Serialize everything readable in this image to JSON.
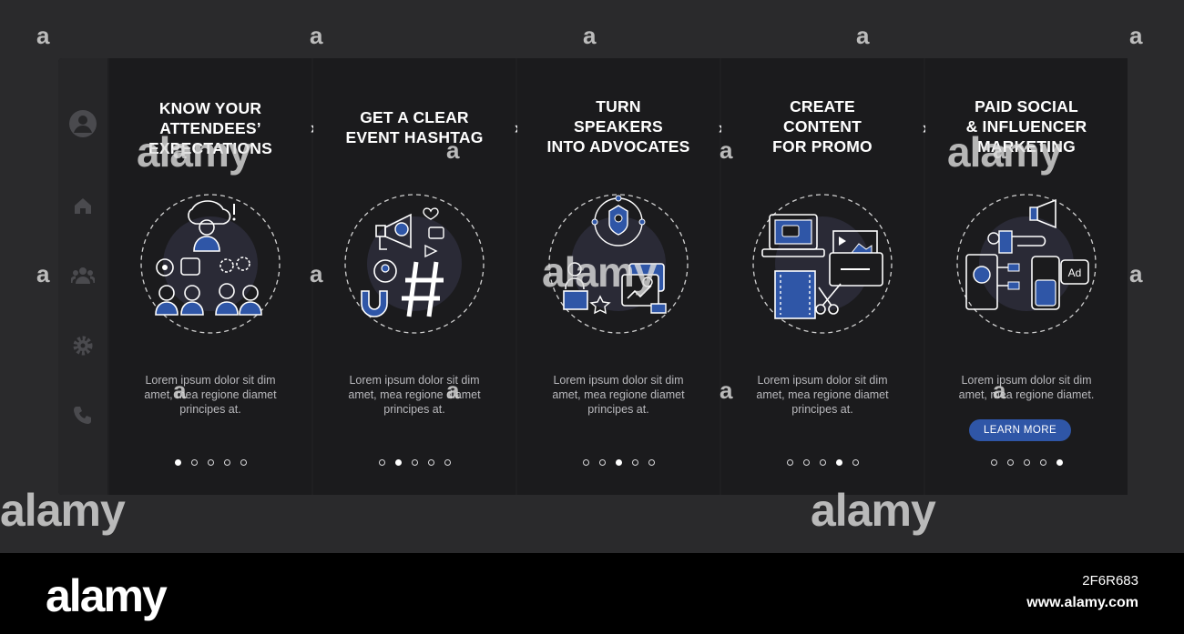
{
  "sidebar": {
    "icons": [
      "user-icon",
      "home-icon",
      "group-icon",
      "gear-icon",
      "phone-icon"
    ]
  },
  "cards": [
    {
      "title_lines": [
        "KNOW YOUR",
        "ATTENDEES’",
        "EXPECTATIONS"
      ],
      "text_lines": [
        "Lorem ipsum dolor sit dim",
        "amet, mea regione diamet",
        "principes at."
      ],
      "active_dot": 0
    },
    {
      "title_lines": [
        "GET A CLEAR",
        "EVENT HASHTAG"
      ],
      "text_lines": [
        "Lorem ipsum dolor sit dim",
        "amet, mea regione diamet",
        "principes at."
      ],
      "active_dot": 1
    },
    {
      "title_lines": [
        "TURN",
        "SPEAKERS",
        "INTO ADVOCATES"
      ],
      "text_lines": [
        "Lorem ipsum dolor sit dim",
        "amet, mea regione diamet",
        "principes at."
      ],
      "active_dot": 2
    },
    {
      "title_lines": [
        "CREATE",
        "CONTENT",
        "FOR PROMO"
      ],
      "text_lines": [
        "Lorem ipsum dolor sit dim",
        "amet, mea regione diamet",
        "principes at."
      ],
      "active_dot": 3
    },
    {
      "title_lines": [
        "PAID SOCIAL",
        "& INFLUENCER",
        "MARKETING"
      ],
      "text_lines": [
        "Lorem ipsum dolor sit dim",
        "amet, mea regione diamet."
      ],
      "active_dot": 4,
      "button_label": "LEARN MORE"
    }
  ],
  "arrow_glyph": "»",
  "watermark": {
    "small": "a",
    "big": "alamy",
    "image_id": "2F6R683",
    "url": "www.alamy.com"
  },
  "colors": {
    "accent": "#2f56a7",
    "card_bg": "#1b1b1d",
    "page_bg": "#2a2a2c"
  }
}
